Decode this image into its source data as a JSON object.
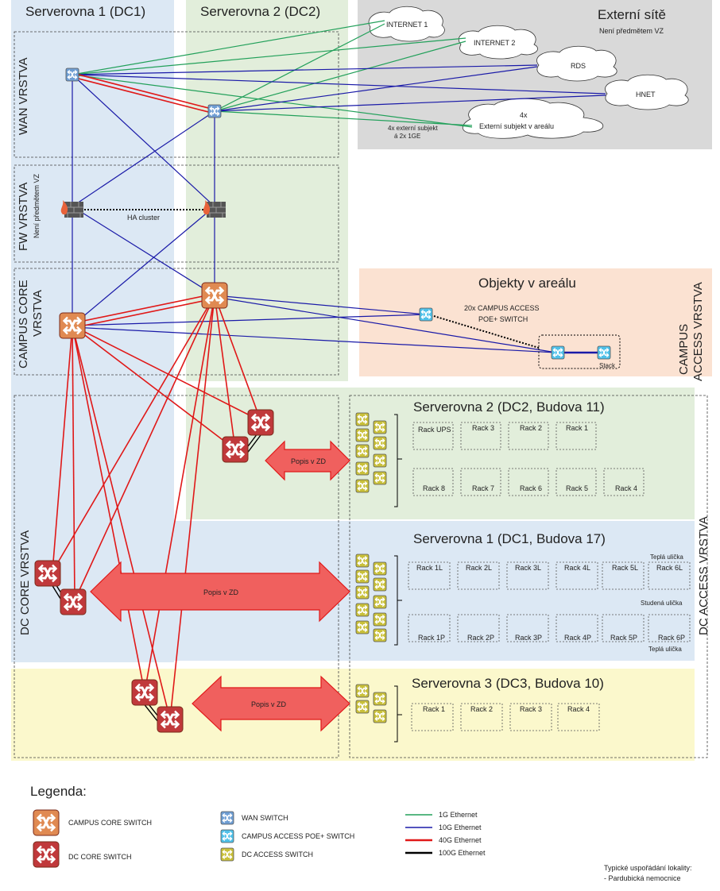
{
  "zones": {
    "dc1_title": "Serverovna 1 (DC1)",
    "dc2_title": "Serverovna 2 (DC2)",
    "external_title": "Externí sítě",
    "external_note": "Není předmětem VZ",
    "campus_objects_title": "Objekty v areálu",
    "campus_access_layer": [
      "CAMPUS",
      "ACCESS VRSTVA"
    ],
    "dc_access_layer": "DC ACCESS VRSTVA"
  },
  "layers": {
    "wan": "WAN VRSTVA",
    "fw": "FW VRSTVA",
    "fw_note": "Není předmětem VZ",
    "campus_core": [
      "CAMPUS CORE",
      "VRSTVA"
    ],
    "dc_core": "DC CORE VRSTVA"
  },
  "clouds": {
    "internet1": "INTERNET 1",
    "internet2": "INTERNET 2",
    "rds": "RDS",
    "hnet": "HNET",
    "external_subject_count": "4x",
    "external_subject": "Externí subjekt v areálu",
    "external_subject_note": [
      "4x externí subjekt",
      "á 2x 1GE"
    ]
  },
  "ha_cluster": "HA cluster",
  "campus_access_note": [
    "20x CAMPUS ACCESS",
    "POE+ SWITCH"
  ],
  "stack_label": "Stack",
  "arrow_label": "Popis v ZD",
  "server_rooms": {
    "dc2": {
      "title": "Serverovna 2 (DC2, Budova 11)",
      "racks_top": [
        "Rack UPS",
        "Rack 3",
        "Rack 2",
        "Rack 1"
      ],
      "racks_bottom": [
        "Rack 8",
        "Rack 7",
        "Rack 6",
        "Rack 5",
        "Rack 4"
      ]
    },
    "dc1": {
      "title": "Serverovna 1 (DC1, Budova 17)",
      "racks_top": [
        "Rack 1L",
        "Rack 2L",
        "Rack 3L",
        "Rack 4L",
        "Rack 5L",
        "Rack 6L"
      ],
      "racks_bottom": [
        "Rack 1P",
        "Rack 2P",
        "Rack 3P",
        "Rack 4P",
        "Rack 5P",
        "Rack 6P"
      ],
      "warm_aisle_top": "Teplá ulička",
      "cold_aisle": "Studená ulička",
      "warm_aisle_bottom": "Teplá ulička"
    },
    "dc3": {
      "title": "Serverovna  3 (DC3, Budova 10)",
      "racks": [
        "Rack 1",
        "Rack 2",
        "Rack 3",
        "Rack 4"
      ]
    }
  },
  "legend": {
    "title": "Legenda:",
    "campus_core_switch": "CAMPUS CORE SWITCH",
    "dc_core_switch": "DC CORE SWITCH",
    "wan_switch": "WAN SWITCH",
    "campus_access_switch": "CAMPUS ACCESS POE+ SWITCH",
    "dc_access_switch": "DC ACCESS SWITCH",
    "lines": [
      {
        "label": "1G Ethernet",
        "color": "#22a05a"
      },
      {
        "label": "10G Ethernet",
        "color": "#1a1aa8"
      },
      {
        "label": "40G Ethernet",
        "color": "#e01818"
      },
      {
        "label": "100G Ethernet",
        "color": "#000000"
      }
    ],
    "footnote": [
      "Typické uspořádání lokality:",
      "- Pardubická nemocnice"
    ]
  },
  "colors": {
    "dc1_zone": "#dce8f4",
    "dc2_zone": "#e2eedb",
    "external_zone": "#d9d9d9",
    "campus_zone": "#fbe2d2",
    "dc3_zone": "#fbf8cc",
    "campus_core_switch": "#e08a52",
    "dc_core_switch": "#c0393b",
    "wan_switch": "#6f9ed3",
    "campus_access_switch": "#4fc1e9",
    "dc_access_switch": "#c9c03a",
    "link_1g": "#22a05a",
    "link_10g": "#1a1aa8",
    "link_40g": "#e01818",
    "link_100g": "#000000",
    "arrow_fill": "#f0605e"
  }
}
